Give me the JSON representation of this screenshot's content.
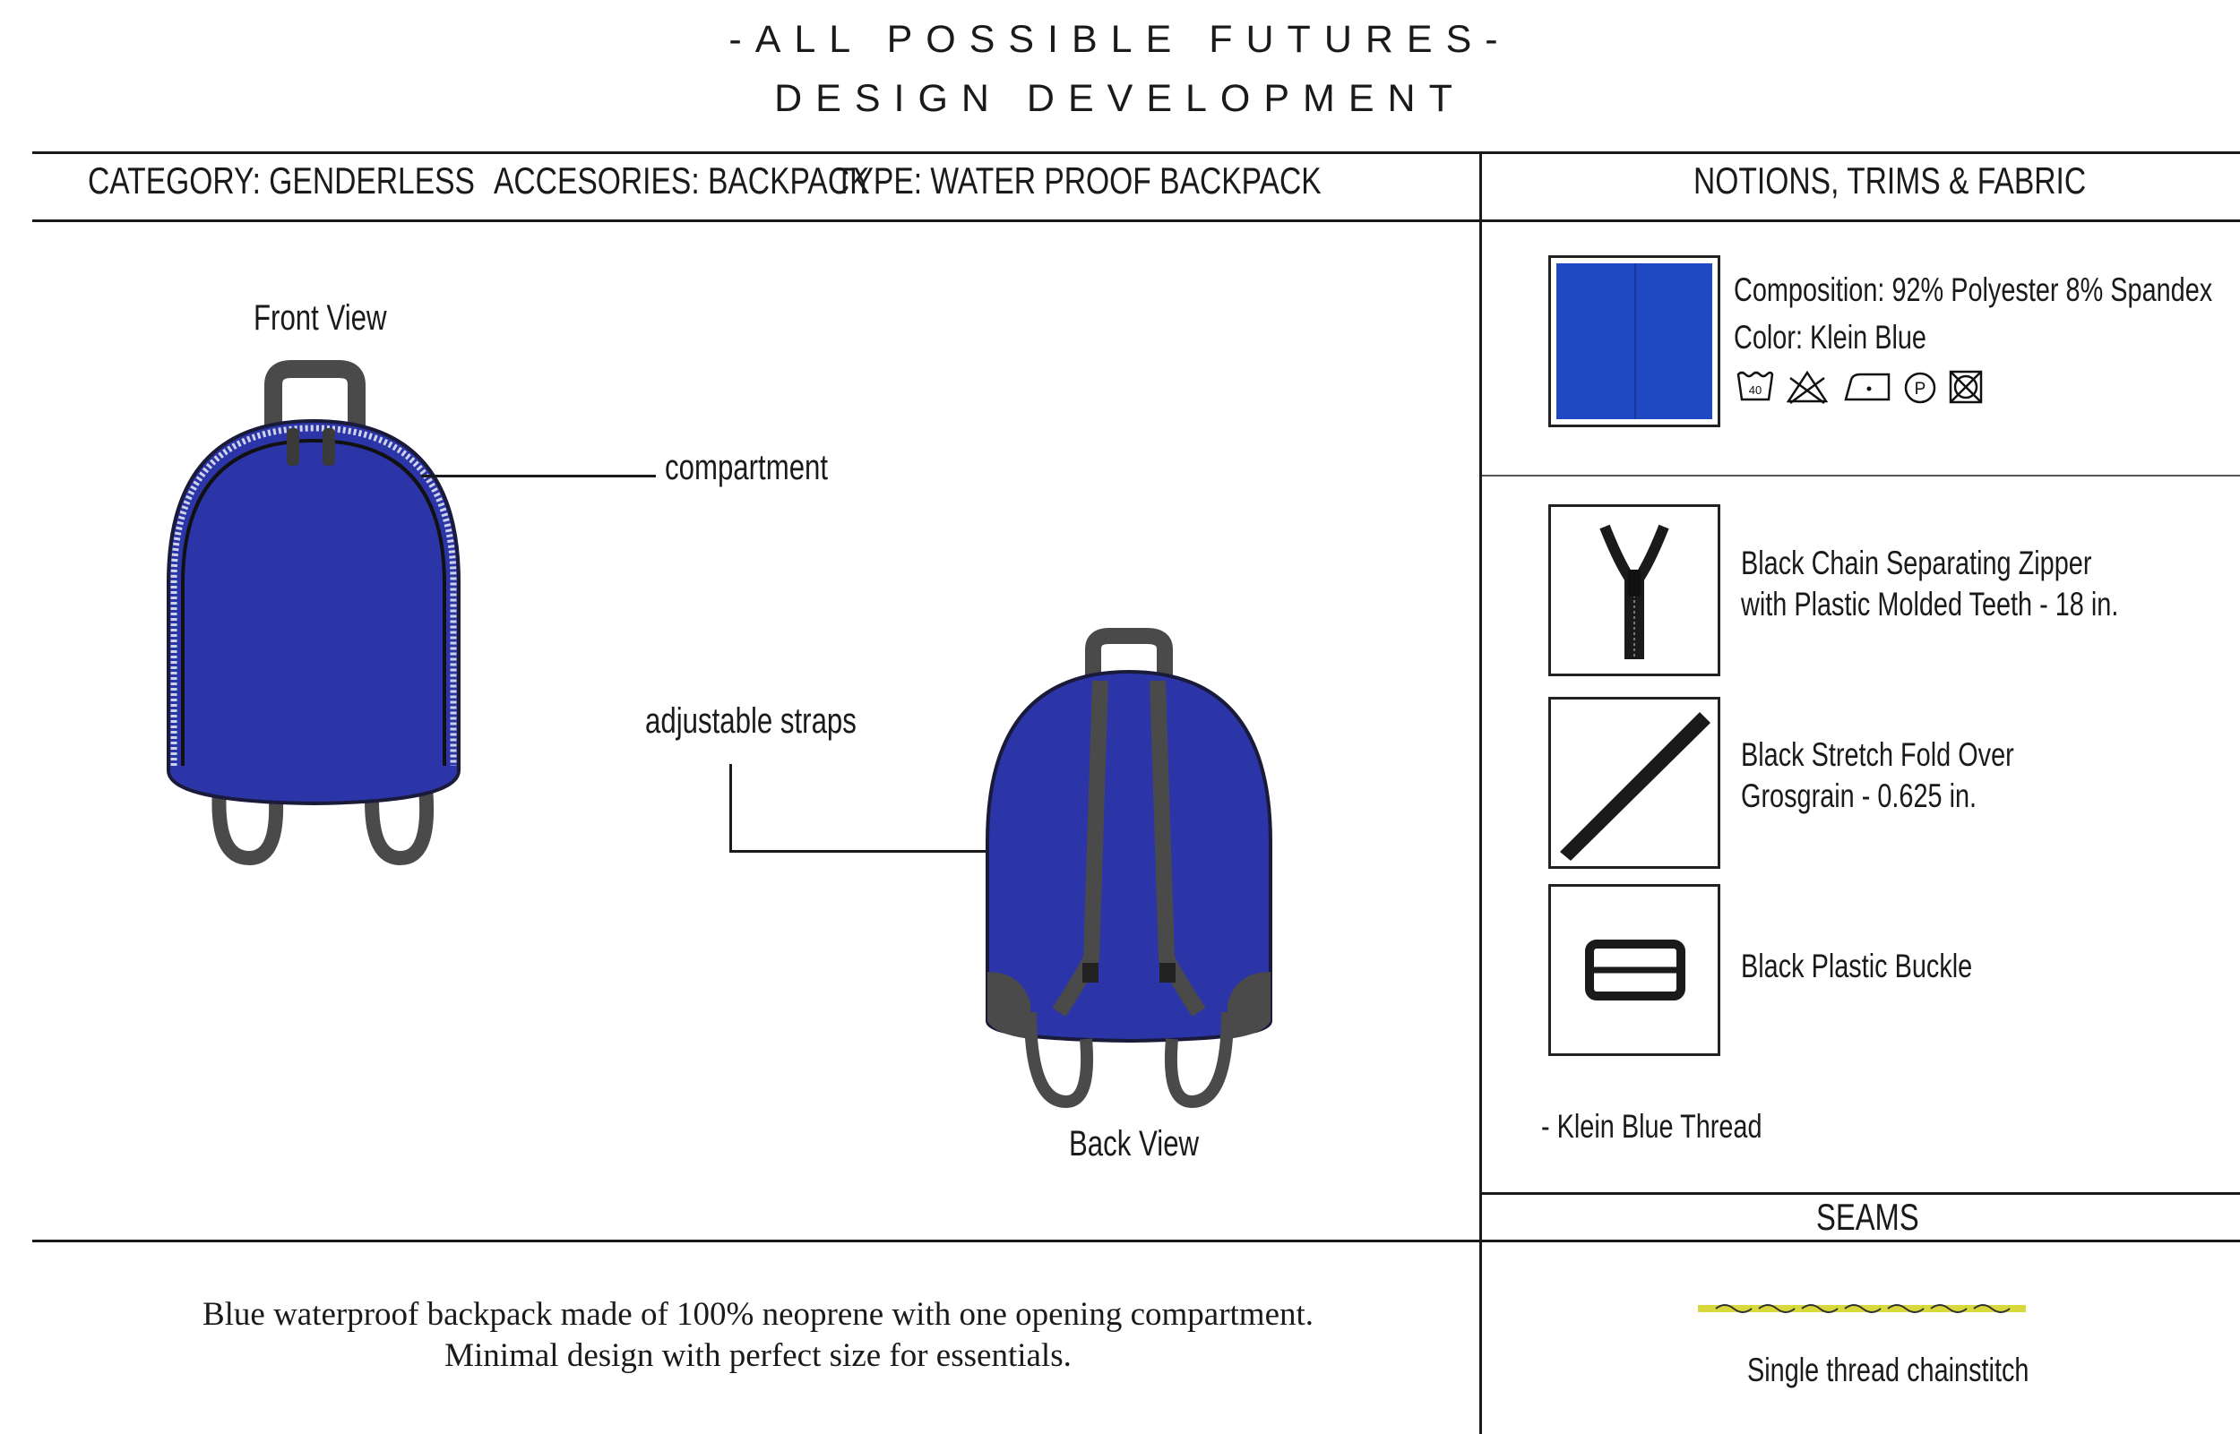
{
  "header": {
    "title_line1": "-ALL POSSIBLE FUTURES-",
    "title_line2": "DESIGN DEVELOPMENT"
  },
  "specs": {
    "category": "CATEGORY: GENDERLESS",
    "accessories": "ACCESORIES: BACKPACK",
    "type": "TYPE: WATER PROOF BACKPACK",
    "notions_heading": "NOTIONS, TRIMS & FABRIC"
  },
  "views": {
    "front_label": "Front View",
    "back_label": "Back View",
    "compartment_label": "compartment",
    "straps_label": "adjustable straps"
  },
  "fabric": {
    "composition": "Composition: 92% Polyester 8% Spandex",
    "color": "Color:  Klein Blue",
    "swatch_color": "#1f49c4",
    "care_icons": [
      "wash-40-icon",
      "no-bleach-icon",
      "iron-icon",
      "dry-clean-p-icon",
      "no-tumble-dry-icon"
    ],
    "care_text": {
      "wash_temp": "40",
      "dry_clean": "P"
    }
  },
  "trims": [
    {
      "line1": "Black Chain Separating Zipper",
      "line2": "with Plastic Molded Teeth - 18 in."
    },
    {
      "line1": "Black Stretch Fold Over",
      "line2": "Grosgrain - 0.625 in."
    },
    {
      "line1": "Black Plastic Buckle",
      "line2": ""
    }
  ],
  "thread": "- Klein Blue Thread",
  "seams": {
    "heading": "SEAMS",
    "stitch_label": "Single thread chainstitch",
    "stitch_color": "#d8d83a"
  },
  "description": {
    "line1": "Blue waterproof backpack made of 100% neoprene with one opening compartment.",
    "line2": "Minimal design with perfect size for essentials."
  },
  "colors": {
    "backpack_blue": "#2c35a8",
    "strap_gray": "#4a4a4a"
  }
}
